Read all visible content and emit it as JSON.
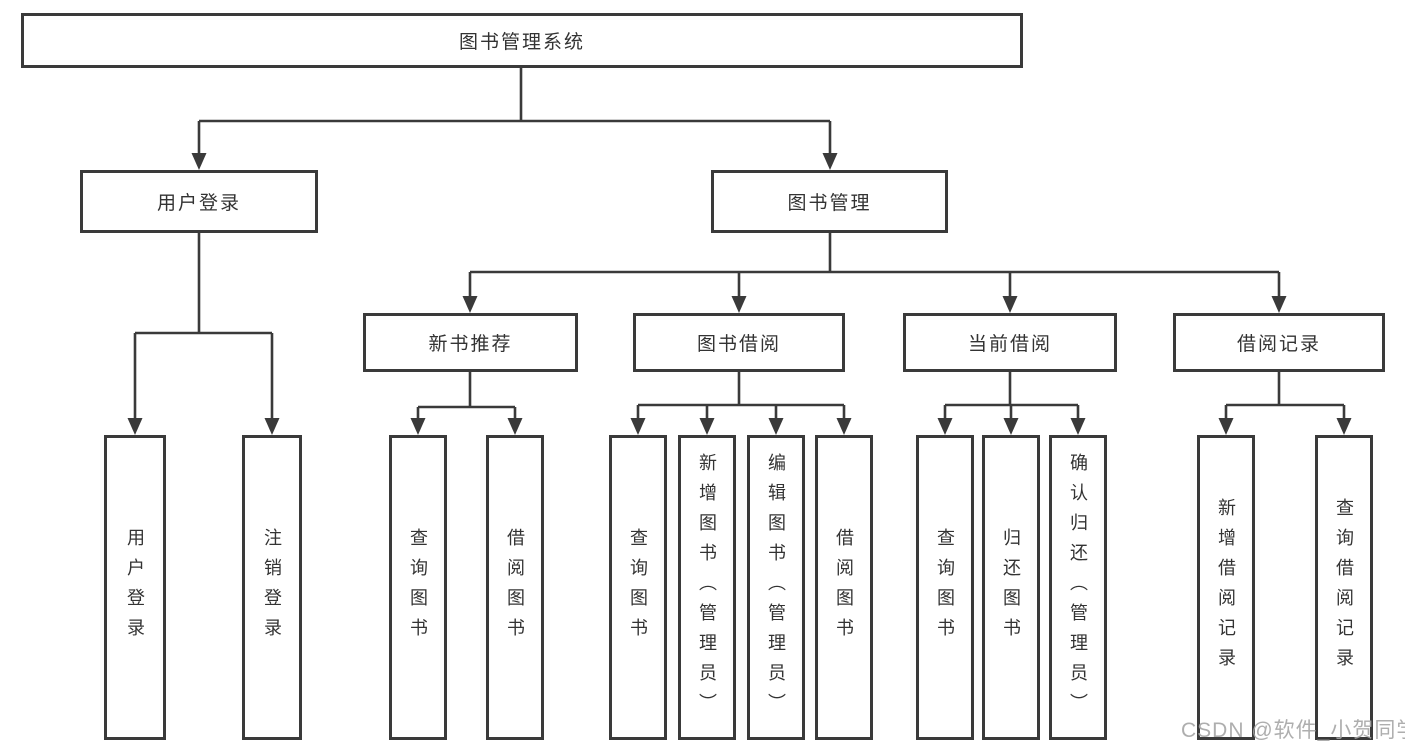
{
  "colors": {
    "line": "#3a3a3a",
    "border": "#3a3a3a",
    "text": "#333333",
    "background": "#ffffff",
    "watermark": "#a6a6a6"
  },
  "watermark": {
    "text": "CSDN @软件_小贺同学"
  },
  "tree": {
    "root": {
      "label": "图书管理系统"
    },
    "children": [
      {
        "label": "用户登录",
        "children": [
          {
            "label": "用户登录"
          },
          {
            "label": "注销登录"
          }
        ]
      },
      {
        "label": "图书管理",
        "children": [
          {
            "label": "新书推荐",
            "children": [
              {
                "label": "查询图书"
              },
              {
                "label": "借阅图书"
              }
            ]
          },
          {
            "label": "图书借阅",
            "children": [
              {
                "label": "查询图书"
              },
              {
                "label": "新增图书（管理员）"
              },
              {
                "label": "编辑图书（管理员）"
              },
              {
                "label": "借阅图书"
              }
            ]
          },
          {
            "label": "当前借阅",
            "children": [
              {
                "label": "查询图书"
              },
              {
                "label": "归还图书"
              },
              {
                "label": "确认归还（管理员）"
              }
            ]
          },
          {
            "label": "借阅记录",
            "children": [
              {
                "label": "新增借阅记录"
              },
              {
                "label": "查询借阅记录"
              }
            ]
          }
        ]
      }
    ]
  }
}
